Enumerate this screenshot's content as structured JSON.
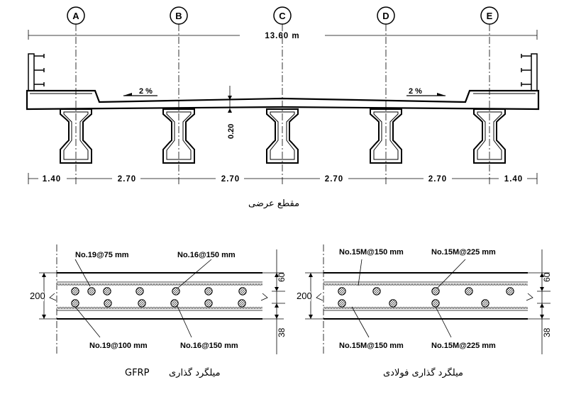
{
  "top": {
    "axes": [
      "A",
      "B",
      "C",
      "D",
      "E"
    ],
    "overall_width": "13.60  m",
    "slope_left": "2 %",
    "slope_right": "2 %",
    "thickness": "0.20",
    "spacings": [
      "1.40",
      "2.70",
      "2.70",
      "2.70",
      "2.70",
      "1.40"
    ],
    "caption": "مقطع عرضی"
  },
  "gfrp": {
    "top_left": "No.19@75 mm",
    "top_right": "No.16@150 mm",
    "bottom_left": "No.19@100 mm",
    "bottom_right": "No.16@150 mm",
    "depth": "200",
    "cover_top": "60",
    "cover_bottom": "38",
    "caption_rtl": "میلگرد گذاری",
    "caption_tag": "GFRP"
  },
  "steel": {
    "top_left": "No.15M@150 mm",
    "top_right": "No.15M@225 mm",
    "bottom_left": "No.15M@150 mm",
    "bottom_right": "No.15M@225 mm",
    "depth": "200",
    "cover_top": "60",
    "cover_bottom": "38",
    "caption": "میلگرد گذاری فولادی"
  }
}
